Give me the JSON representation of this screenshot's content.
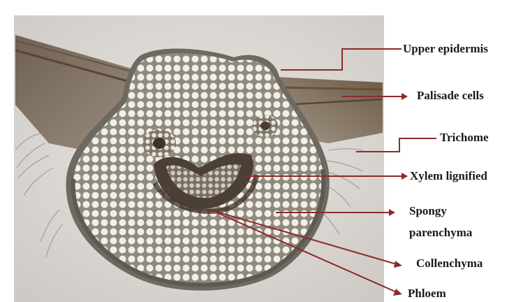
{
  "diagram": {
    "labels": {
      "upper_epidermis": "Upper epidermis",
      "palisade_cells": "Palisade cells",
      "trichome": "Trichome",
      "xylem_lignified": "Xylem lignified",
      "spongy_parenchyma_1": "Spongy",
      "spongy_parenchyma_2": "parenchyma",
      "collenchyma": "Collenchyma",
      "phloem": "Phloem"
    },
    "colors": {
      "leader_line": "#8b2a2a",
      "background_slide": "#dedad6",
      "tissue_body": "#8f8a7f",
      "cell_fill": "#f2efe8",
      "vascular_dark": "#4b3f36",
      "lamina": "#7a6a5a"
    }
  }
}
